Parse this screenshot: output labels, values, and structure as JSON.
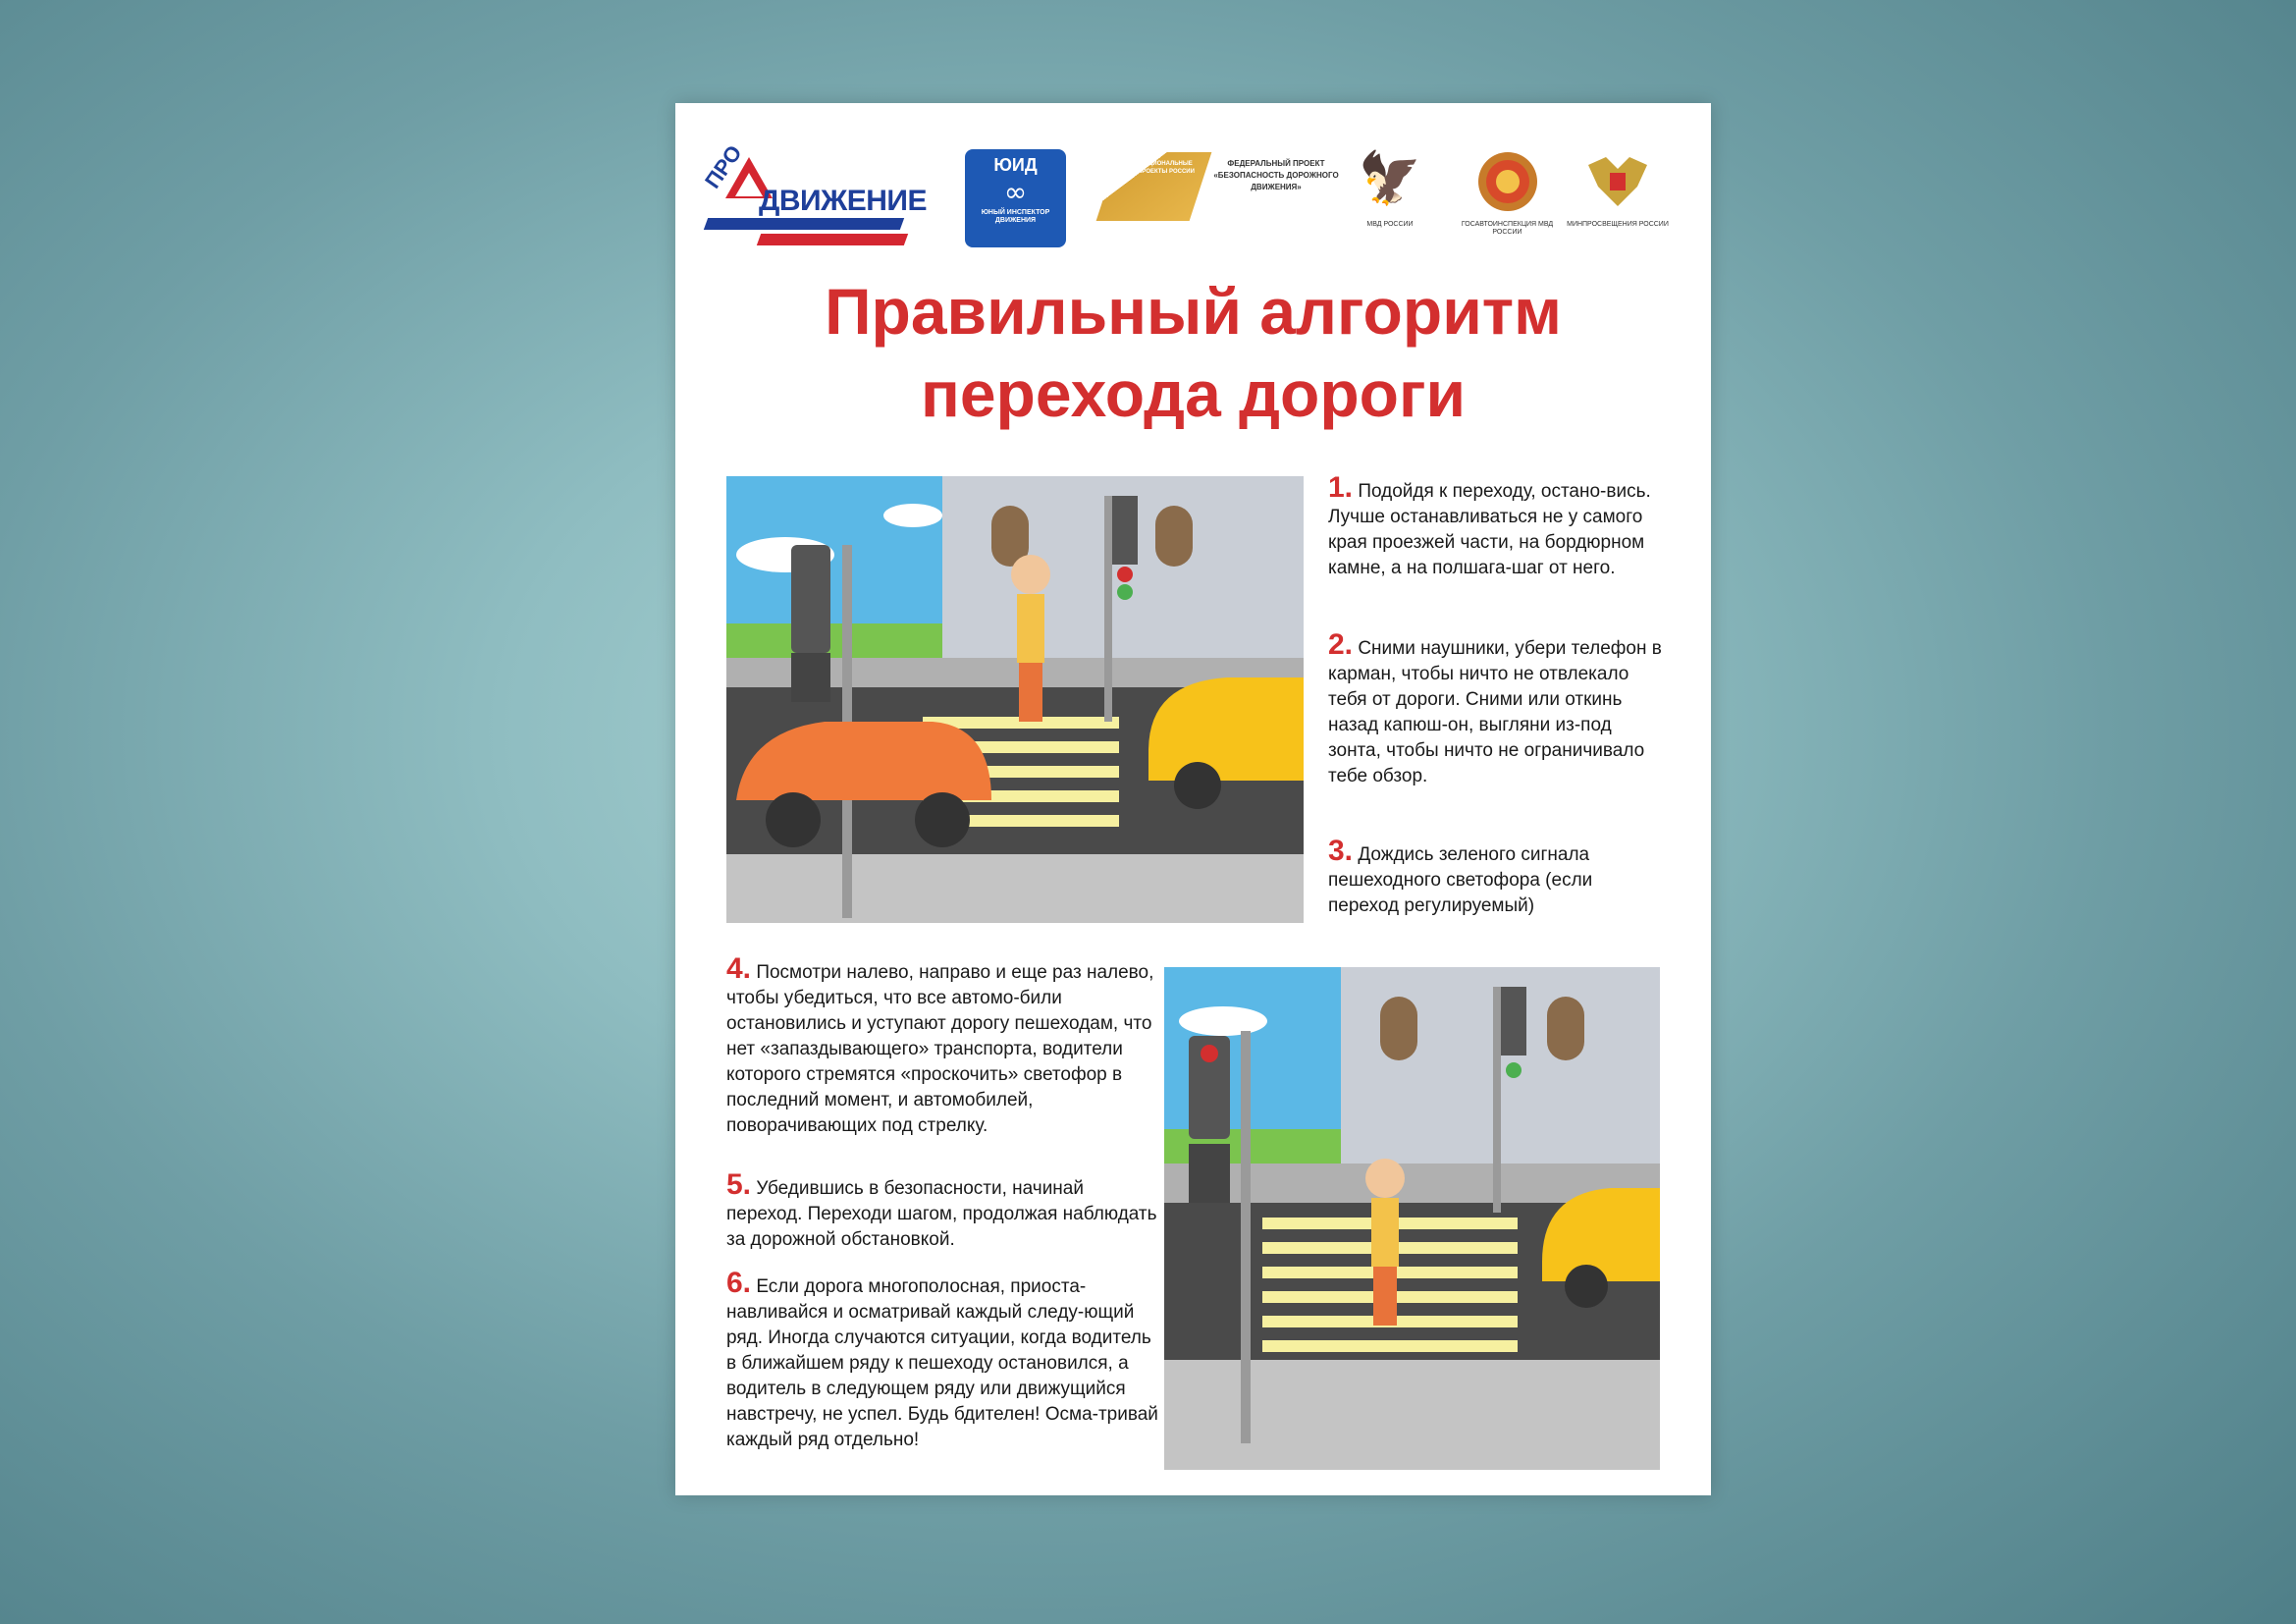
{
  "header": {
    "pro_logo_pro": "ПРО",
    "pro_logo_main": "ДВИЖЕНИЕ",
    "yuid_title": "ЮИД",
    "yuid_sub": "ЮНЫЙ ИНСПЕКТОР ДВИЖЕНИЯ",
    "national_projects": "НАЦИОНАЛЬНЫЕ ПРОЕКТЫ РОССИИ",
    "fed_project": "ФЕДЕРАЛЬНЫЙ ПРОЕКТ «БЕЗОПАСНОСТЬ ДОРОЖНОГО ДВИЖЕНИЯ»",
    "mvd_label": "МВД РОССИИ",
    "gai_label": "ГОСАВТОИНСПЕКЦИЯ МВД РОССИИ",
    "minpros_label": "МИНПРОСВЕЩЕНИЯ РОССИИ"
  },
  "title": {
    "line1": "Правильный алгоритм",
    "line2": "перехода дороги"
  },
  "steps": [
    {
      "num": "1.",
      "text": "Подойдя к переходу, остано-вись. Лучше останавливаться не у самого края проезжей части, на бордюрном камне, а на полшага-шаг от него."
    },
    {
      "num": "2.",
      "text": "Сними наушники, убери телефон в карман, чтобы ничто не отвлекало тебя от дороги. Сними или откинь назад капюш-он, выгляни из-под зонта, чтобы ничто не ограничивало тебе обзор."
    },
    {
      "num": "3.",
      "text": "Дождись зеленого сигнала пешеходного светофора (если переход регулируемый)"
    },
    {
      "num": "4.",
      "text": "Посмотри налево, направо и еще раз налево, чтобы убедиться, что все автомо-били остановились и уступают дорогу пешеходам, что нет «запаздывающего» транспорта, водители которого стремятся «проскочить» светофор в последний момент, и автомобилей, поворачивающих под стрелку."
    },
    {
      "num": "5.",
      "text": "Убедившись в безопасности, начинай переход. Переходи шагом, продолжая наблюдать за дорожной обстановкой."
    },
    {
      "num": "6.",
      "text": "Если дорога многополосная, приоста-навливайся и осматривай каждый следу-ющий ряд. Иногда случаются ситуации, когда водитель в ближайшем ряду к пешеходу остановился, а водитель в следующем ряду или движущийся навстречу, не успел. Будь бдителен! Осма-тривай каждый ряд отдельно!"
    }
  ],
  "colors": {
    "accent_red": "#d32f2f",
    "brand_blue": "#1e3f9a",
    "sky": "#5bb8e6",
    "car_orange": "#f07a3a",
    "car_yellow": "#f7c21a"
  }
}
